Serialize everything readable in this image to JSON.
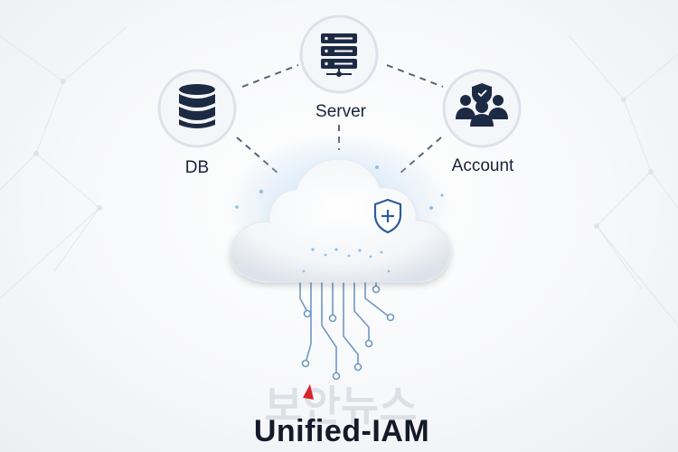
{
  "nodes": {
    "db": {
      "label": "DB"
    },
    "server": {
      "label": "Server"
    },
    "account": {
      "label": "Account"
    }
  },
  "watermark": {
    "text": "보안뉴스"
  },
  "caption": {
    "text": "Unified-IAM"
  },
  "colors": {
    "icon": "#1d2a44",
    "connector": "#5a6274",
    "circuit": "#6f97c6",
    "shield": "#2f5d9a",
    "accent_mark": "#d8232a"
  }
}
